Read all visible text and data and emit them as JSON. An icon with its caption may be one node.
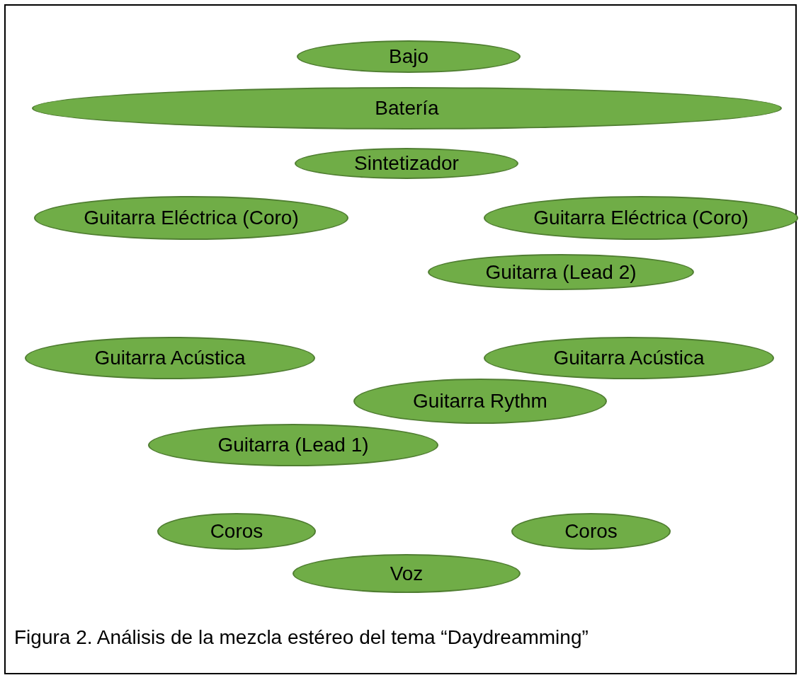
{
  "diagram": {
    "caption": "Figura 2. Análisis de la mezcla estéreo del tema “Daydreamming”",
    "nodes": [
      {
        "text": [
          "Bajo"
        ]
      },
      {
        "text": [
          "Batería"
        ]
      },
      {
        "text": [
          "Sintetizador"
        ]
      },
      {
        "text": [
          "Guitarra Eléctrica (Coro)"
        ]
      },
      {
        "text": [
          "Guitarra Eléctrica (Coro)"
        ]
      },
      {
        "text": [
          "Guitarra (Lead 2)"
        ]
      },
      {
        "text": [
          "Guitarra Acústica"
        ]
      },
      {
        "text": [
          "Guitarra Acústica"
        ]
      },
      {
        "text": [
          "Guitarra Rythm"
        ]
      },
      {
        "text": [
          "Guitarra (Lead 1)"
        ]
      },
      {
        "text": [
          "Coros"
        ]
      },
      {
        "text": [
          "Coros"
        ]
      },
      {
        "text": [
          "Voz"
        ]
      }
    ]
  }
}
